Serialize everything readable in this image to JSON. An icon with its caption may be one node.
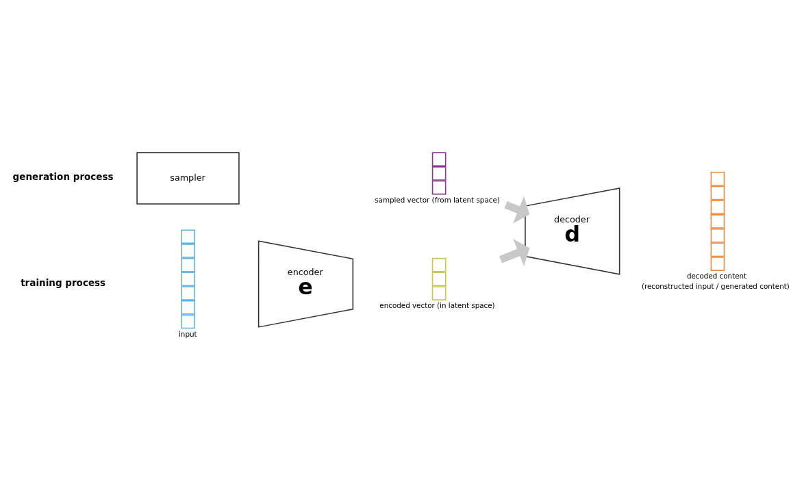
{
  "diagram": {
    "nodes": [
      {
        "text": [],
        "shape": "bar",
        "beside": [
          "input"
        ]
      },
      {
        "text": [
          "encoder",
          "e"
        ]
      },
      {
        "text": [],
        "shape": "bar",
        "beside": [
          "encoded vector (in latent space)"
        ]
      },
      {
        "text": [
          "sampler"
        ]
      },
      {
        "text": [],
        "shape": "bar",
        "beside": [
          "sampled vector (from latent space)"
        ]
      },
      {
        "text": [
          "decoder",
          "d"
        ]
      },
      {
        "text": [],
        "shape": "bar",
        "beside": [
          "decoded content",
          "(reconstructed input / generated content)"
        ]
      }
    ],
    "edges": [
      {
        "from": 2,
        "to": 5,
        "arrow": "to"
      },
      {
        "from": 4,
        "to": 5,
        "arrow": "to"
      }
    ],
    "labels": [
      "training process",
      "generation process"
    ]
  }
}
